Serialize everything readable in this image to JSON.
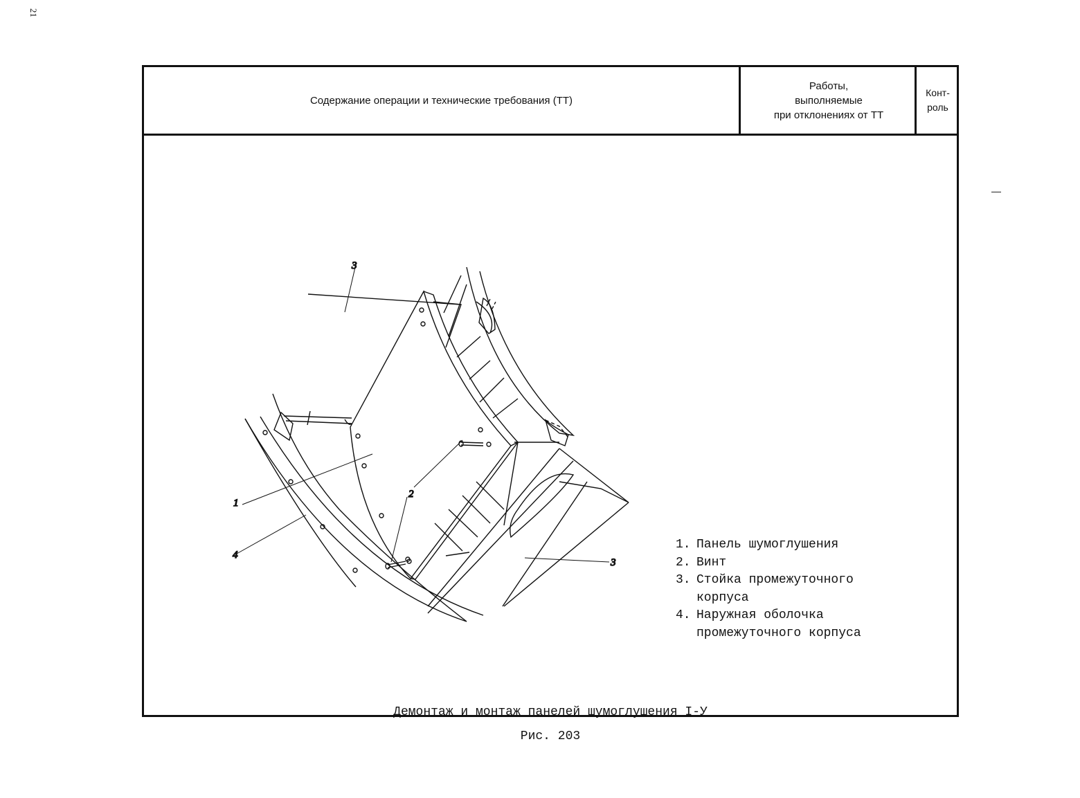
{
  "page": {
    "number": "21"
  },
  "header": {
    "col1": "Содержание операции и технические требования (ТТ)",
    "col2_lines": [
      "Работы,",
      "выполняемые",
      "при отклонениях от ТТ"
    ],
    "col3_lines": [
      "Конт-",
      "роль"
    ]
  },
  "figure": {
    "callouts": [
      "3",
      "1",
      "4",
      "2",
      "3"
    ],
    "legend": [
      {
        "num": "1.",
        "lines": [
          "Панель шумоглушения"
        ]
      },
      {
        "num": "2.",
        "lines": [
          "Винт"
        ]
      },
      {
        "num": "3.",
        "lines": [
          "Стойка промежуточного",
          "корпуса"
        ]
      },
      {
        "num": "4.",
        "lines": [
          "Наружная оболочка",
          "промежуточного корпуса"
        ]
      }
    ],
    "caption": "Демонтаж и монтаж панелей шумоглушения I-У",
    "label": "Рис. 203"
  }
}
